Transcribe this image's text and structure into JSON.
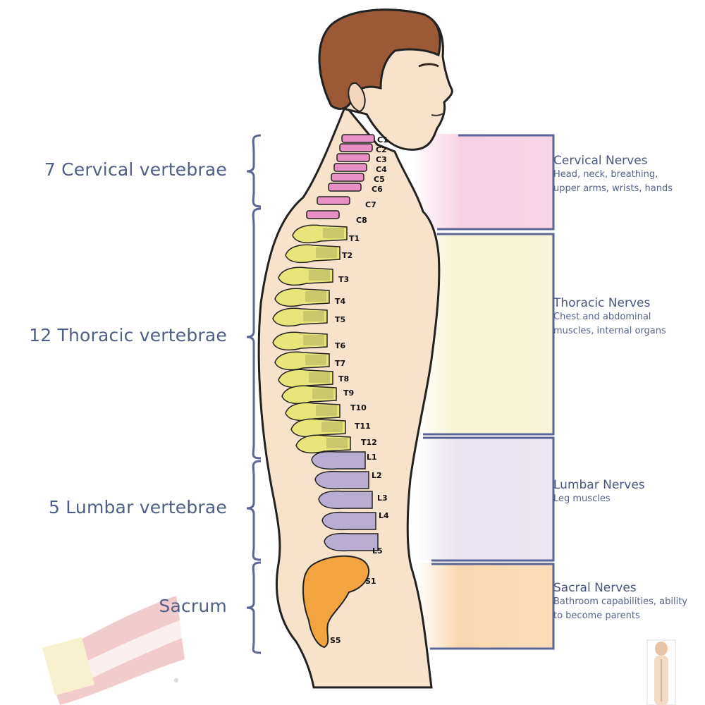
{
  "regions": [
    {
      "label": "7 Cervical vertebrae"
    },
    {
      "label": "12 Thoracic vertebrae"
    },
    {
      "label": "5 Lumbar vertebrae"
    },
    {
      "label": "Sacrum"
    }
  ],
  "nerves": [
    {
      "title": "Cervical Nerves",
      "desc": "Head, neck, breathing, upper arms, wrists, hands"
    },
    {
      "title": "Thoracic Nerves",
      "desc": "Chest and abdominal muscles, internal organs"
    },
    {
      "title": "Lumbar Nerves",
      "desc": "Leg muscles"
    },
    {
      "title": "Sacral Nerves",
      "desc": "Bathroom capabilities, ability to become parents"
    }
  ],
  "vertebrae": {
    "cervical": [
      "C1",
      "C2",
      "C3",
      "C4",
      "C5",
      "C6",
      "C7",
      "C8"
    ],
    "thoracic": [
      "T1",
      "T2",
      "T3",
      "T4",
      "T5",
      "T6",
      "T7",
      "T8",
      "T9",
      "T10",
      "T11",
      "T12"
    ],
    "lumbar": [
      "L1",
      "L2",
      "L3",
      "L4",
      "L5"
    ],
    "sacral": [
      "S1",
      "S5"
    ]
  },
  "colors": {
    "cervical": "#e88fc4",
    "thoracic": "#e8e57a",
    "lumbar": "#b9aed1",
    "sacral": "#f2a441",
    "skin": "#f7e3cc",
    "hair": "#9b5a35",
    "bracket": "#5b6694"
  }
}
